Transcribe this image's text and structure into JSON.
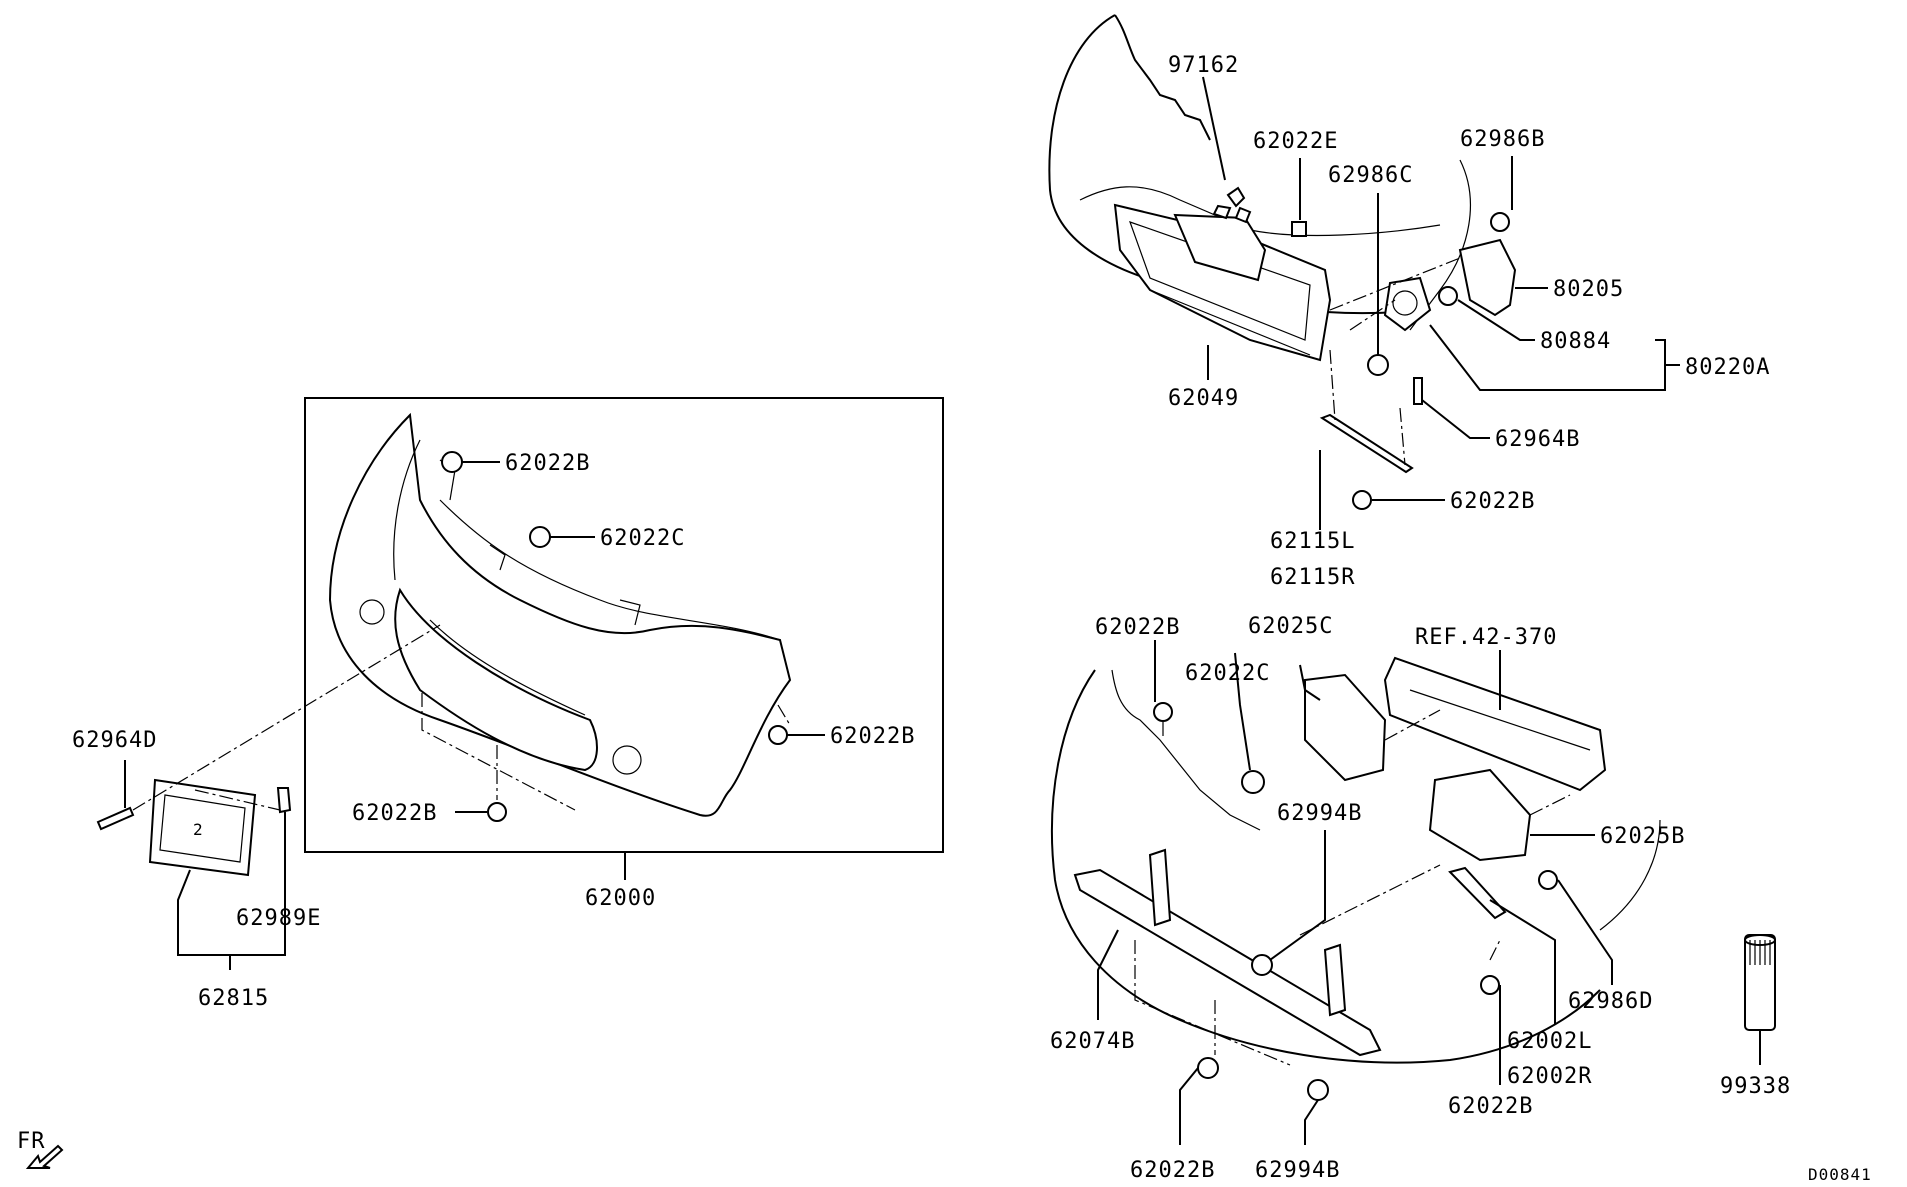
{
  "diagram": {
    "labels": {
      "p97162": "97162",
      "p62022E": "62022E",
      "p62986C": "62986C",
      "p62986B": "62986B",
      "p80205": "80205",
      "p80884": "80884",
      "p80220A": "80220A",
      "p62049": "62049",
      "p62964B": "62964B",
      "p62022B_top": "62022B",
      "p62115L": "62115L",
      "p62115R": "62115R",
      "p62022B_a": "62022B",
      "p62022C_a": "62022C",
      "p62022B_b": "62022B",
      "p62022B_c": "62022B",
      "p62000": "62000",
      "p62964D": "62964D",
      "p62989E": "62989E",
      "p62815": "62815",
      "p62022B_d": "62022B",
      "p62025C": "62025C",
      "p62022C_b": "62022C",
      "pRef": "REF.42-370",
      "p62994B_a": "62994B",
      "p62025B": "62025B",
      "p62986D": "62986D",
      "p62074B": "62074B",
      "p62002L": "62002L",
      "p62002R": "62002R",
      "p62022B_e": "62022B",
      "p62022B_f": "62022B",
      "p62994B_b": "62994B",
      "p99338": "99338",
      "fr": "FR",
      "code": "D00841"
    }
  }
}
